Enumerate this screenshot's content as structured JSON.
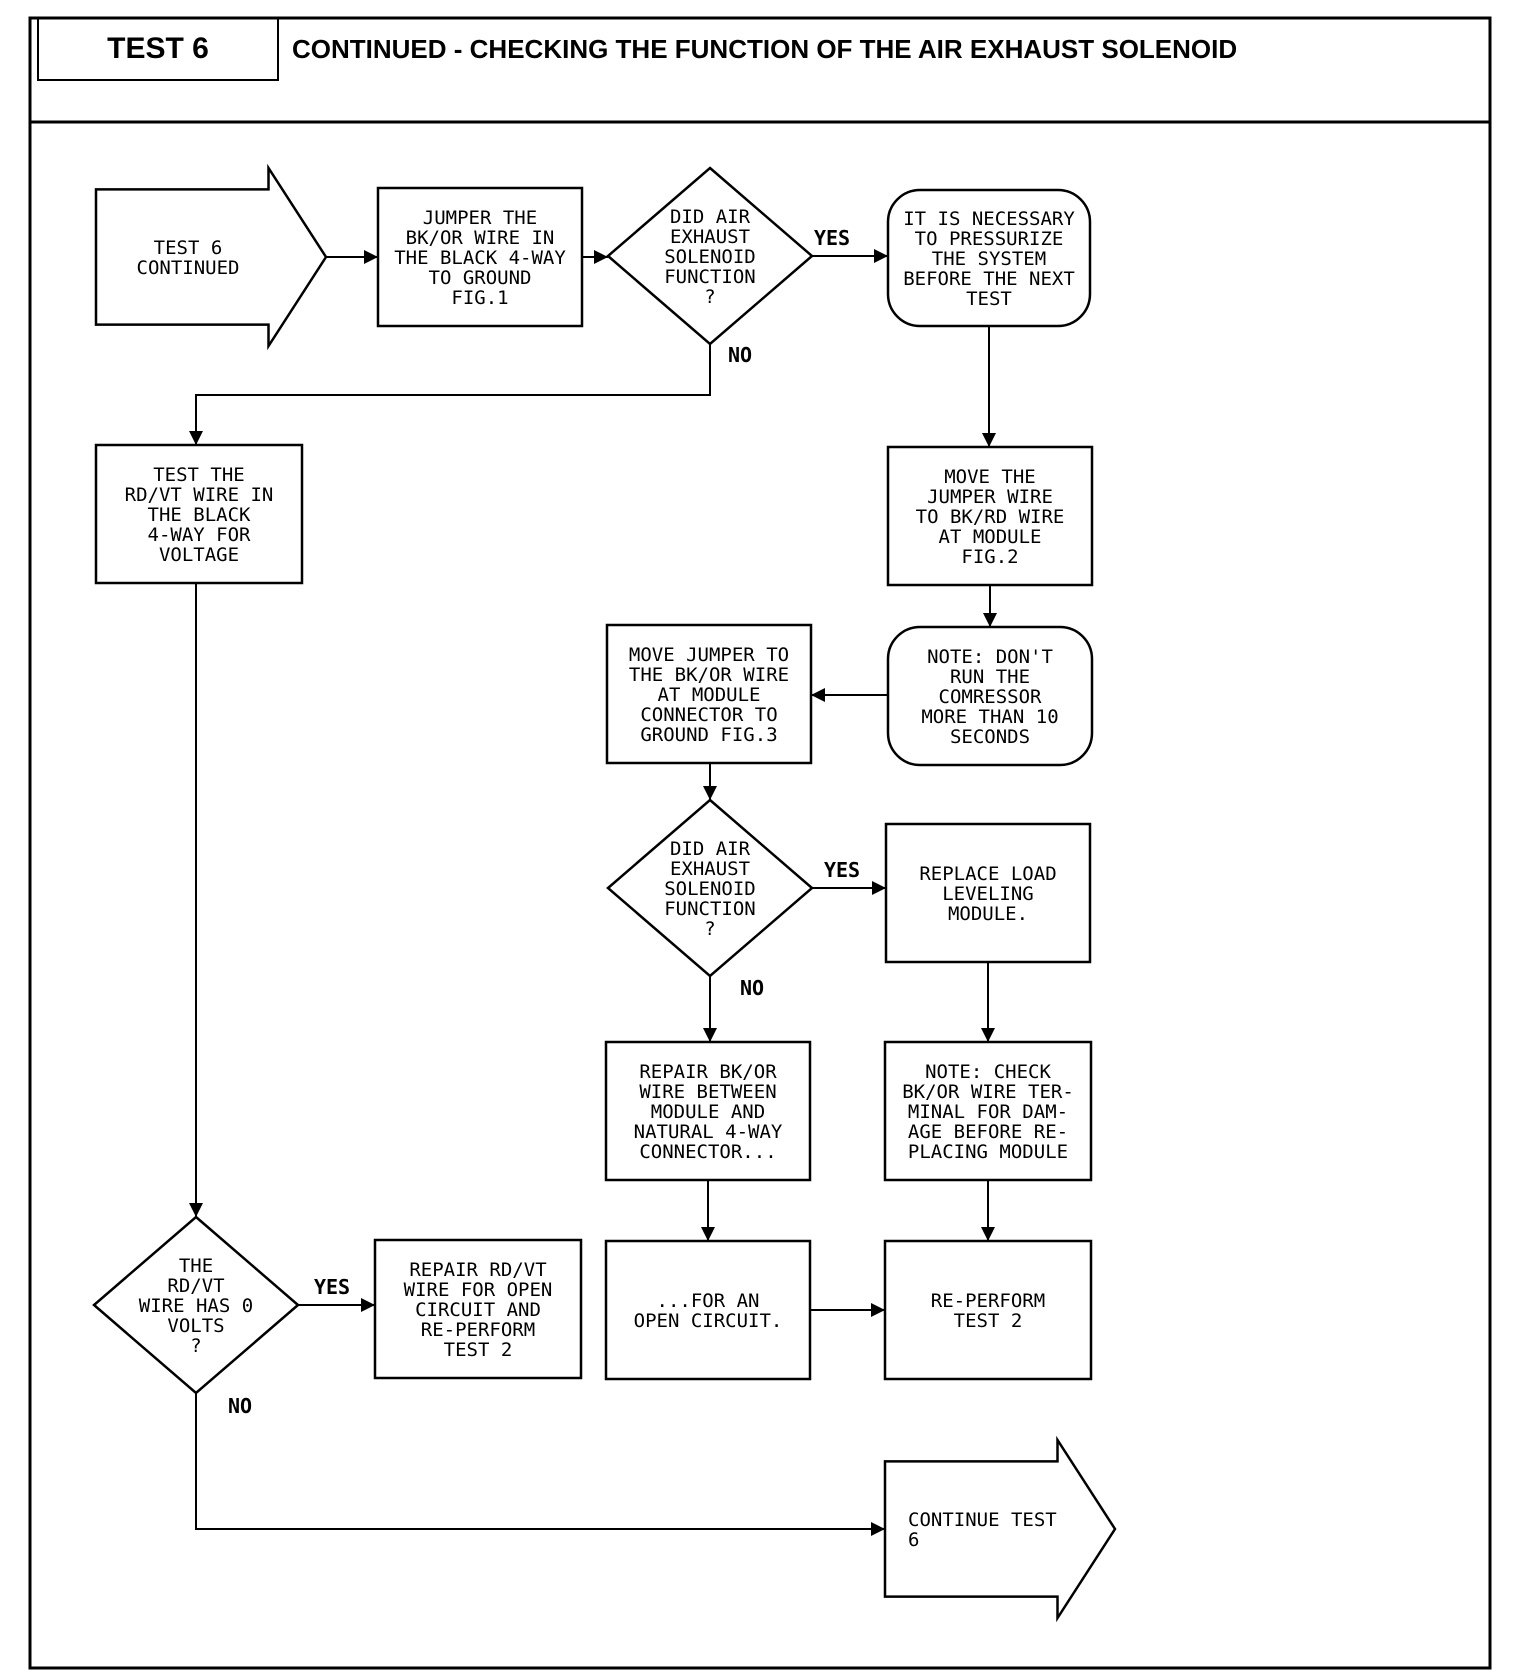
{
  "header": {
    "test_label": "TEST 6",
    "title": "CONTINUED - CHECKING THE FUNCTION OF THE AIR EXHAUST SOLENOID"
  },
  "flowchart": {
    "nodes": {
      "start": [
        "TEST 6",
        "CONTINUED"
      ],
      "jumper_bkor": [
        "JUMPER THE",
        "BK/OR WIRE IN",
        "THE BLACK 4-WAY",
        "TO GROUND",
        "FIG.1"
      ],
      "q_exhaust_1": [
        "DID AIR",
        "EXHAUST",
        "SOLENOID",
        "FUNCTION",
        "?"
      ],
      "pressurize_note": [
        "IT IS NECESSARY",
        "TO PRESSURIZE",
        "THE SYSTEM",
        "BEFORE THE NEXT",
        "TEST"
      ],
      "test_rdvt": [
        "TEST THE",
        "RD/VT WIRE IN",
        "THE BLACK",
        "4-WAY FOR",
        "VOLTAGE"
      ],
      "move_jumper_bkrd": [
        "MOVE THE",
        "JUMPER WIRE",
        "TO BK/RD WIRE",
        "AT MODULE",
        "FIG.2"
      ],
      "move_jumper_bkor": [
        "MOVE JUMPER TO",
        "THE BK/OR WIRE",
        "AT MODULE",
        "CONNECTOR TO",
        "GROUND FIG.3"
      ],
      "compressor_note": [
        "NOTE: DON'T",
        "RUN THE",
        "COMRESSOR",
        "MORE THAN 10",
        "SECONDS"
      ],
      "q_exhaust_2": [
        "DID AIR",
        "EXHAUST",
        "SOLENOID",
        "FUNCTION",
        "?"
      ],
      "replace_module": [
        "REPLACE LOAD",
        "LEVELING",
        "MODULE."
      ],
      "repair_bkor": [
        "REPAIR BK/OR",
        "WIRE BETWEEN",
        "MODULE AND",
        "NATURAL 4-WAY",
        "CONNECTOR..."
      ],
      "check_terminal_note": [
        "NOTE: CHECK",
        "BK/OR WIRE TER-",
        "MINAL FOR DAM-",
        "AGE BEFORE RE-",
        "PLACING MODULE"
      ],
      "q_zero_volts": [
        "THE",
        "RD/VT",
        "WIRE HAS 0",
        "VOLTS",
        "?"
      ],
      "repair_rdvt": [
        "REPAIR RD/VT",
        "WIRE FOR OPEN",
        "CIRCUIT AND",
        "RE-PERFORM",
        "TEST 2"
      ],
      "open_circuit": [
        "...FOR AN",
        "OPEN CIRCUIT."
      ],
      "reperform_test2": [
        "RE-PERFORM",
        "TEST 2"
      ],
      "continue": [
        "CONTINUE TEST",
        "6"
      ]
    },
    "edge_labels": {
      "q1_yes": "YES",
      "q1_no": "NO",
      "q2_yes": "YES",
      "q2_no": "NO",
      "q3_yes": "YES",
      "q3_no": "NO"
    }
  }
}
